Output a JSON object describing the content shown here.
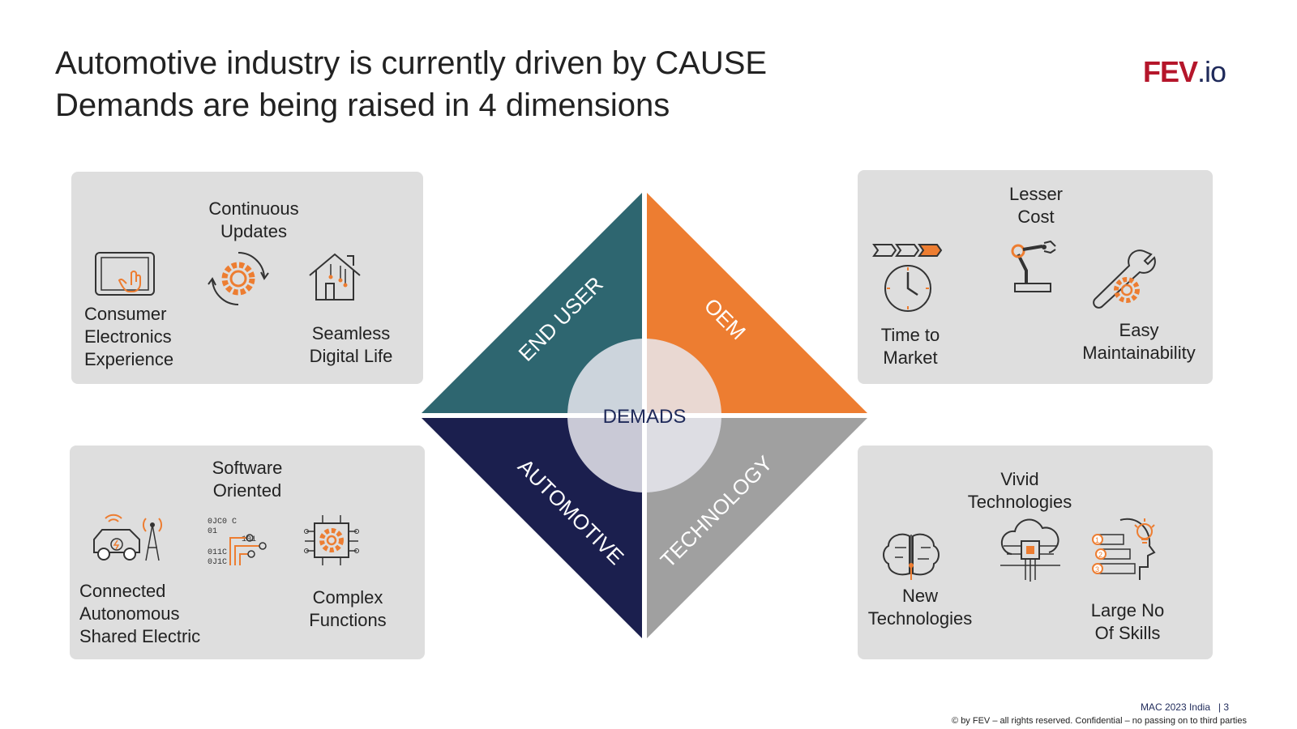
{
  "title": {
    "line1": "Automotive industry is currently driven by CAUSE",
    "line2": "Demands are being raised in 4 dimensions"
  },
  "logo": {
    "main": "FEV",
    "suffix": ".io"
  },
  "diagram": {
    "center_label": "DEMADS",
    "quadrants": {
      "top_left": "END USER",
      "top_right": "OEM",
      "bottom_left": "AUTOMOTIVE",
      "bottom_right": "TECHNOLOGY"
    },
    "colors": {
      "end_user": "#2e6670",
      "oem": "#ed7d31",
      "automotive": "#1b1f4e",
      "technology": "#a0a0a0",
      "center": "#e8e8ee"
    }
  },
  "cards": {
    "top_left": {
      "continuous_updates": "Continuous\nUpdates",
      "consumer_electronics": "Consumer\nElectronics\nExperience",
      "seamless_digital": "Seamless\nDigital Life"
    },
    "top_right": {
      "lesser_cost": "Lesser\nCost",
      "time_to_market": "Time to\nMarket",
      "easy_maintainability": "Easy\nMaintainability"
    },
    "bottom_left": {
      "software_oriented": "Software\nOriented",
      "case": "Connected\nAutonomous\nShared Electric",
      "complex_functions": "Complex\nFunctions"
    },
    "bottom_right": {
      "vivid_technologies": "Vivid\nTechnologies",
      "new_technologies": "New\nTechnologies",
      "large_no_skills": "Large No\nOf Skills"
    }
  },
  "icons": {
    "tablet": "tablet-touch-icon",
    "gear_cycle": "gear-refresh-icon",
    "house": "smart-home-icon",
    "chevrons_clock": "time-clock-icon",
    "robot_arm": "robot-arm-icon",
    "wrench_gear": "wrench-gear-icon",
    "car": "connected-car-icon",
    "binary": "binary-code-icon",
    "chip_gear": "chip-gear-icon",
    "brain": "brain-circuit-icon",
    "cloud_chip": "cloud-chip-icon",
    "head_skills": "head-skills-icon"
  },
  "footer": {
    "event": "MAC 2023 India",
    "page": "| 3",
    "copyright": "© by FEV – all rights reserved. Confidential – no passing on to third parties"
  }
}
